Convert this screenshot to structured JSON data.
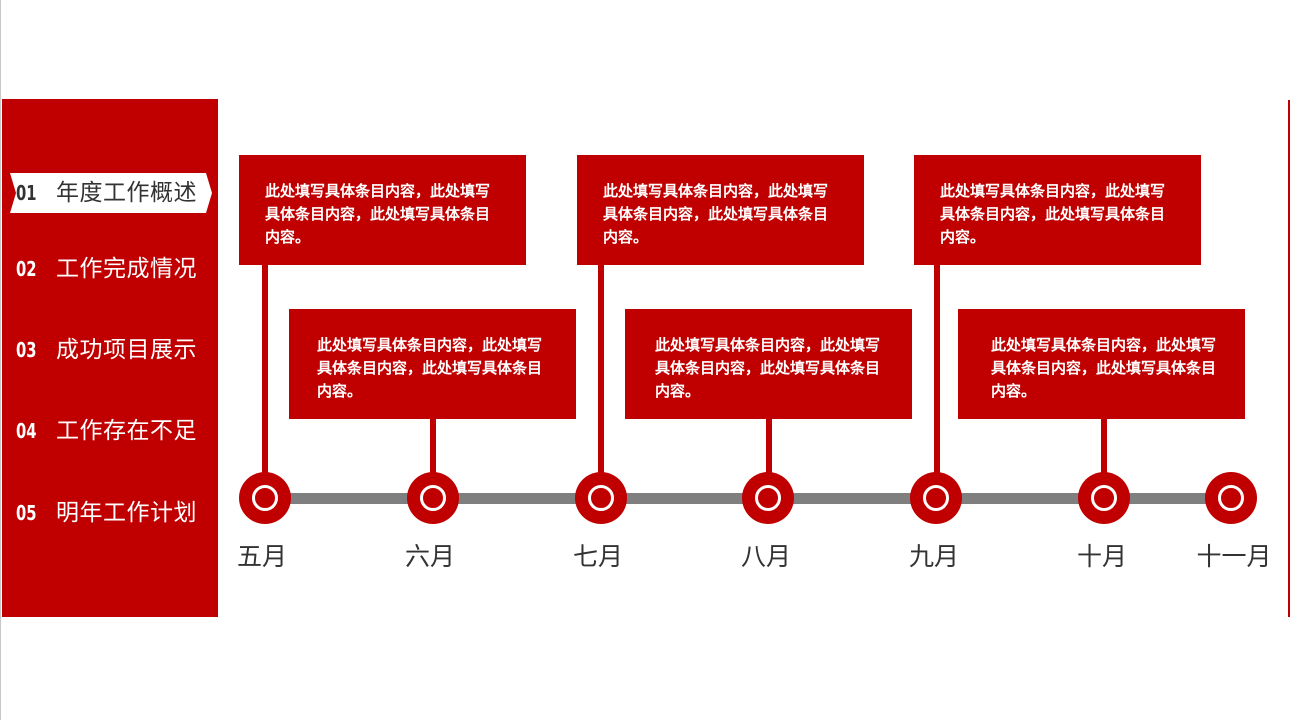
{
  "sidebar": {
    "items": [
      {
        "num": "01",
        "label": "年度工作概述",
        "active": true
      },
      {
        "num": "02",
        "label": "工作完成情况",
        "active": false
      },
      {
        "num": "03",
        "label": "成功项目展示",
        "active": false
      },
      {
        "num": "04",
        "label": "工作存在不足",
        "active": false
      },
      {
        "num": "05",
        "label": "明年工作计划",
        "active": false
      }
    ]
  },
  "timeline": {
    "months": [
      "五月",
      "六月",
      "七月",
      "八月",
      "九月",
      "十月",
      "十一月"
    ],
    "cards_top": [
      "此处填写具体条目内容，此处填写具体条目内容，此处填写具体条目内容。",
      "此处填写具体条目内容，此处填写具体条目内容，此处填写具体条目内容。",
      "此处填写具体条目内容，此处填写具体条目内容，此处填写具体条目内容。"
    ],
    "cards_bottom": [
      "此处填写具体条目内容，此处填写具体条目内容，此处填写具体条目内容。",
      "此处填写具体条目内容，此处填写具体条目内容，此处填写具体条目内容。",
      "此处填写具体条目内容，此处填写具体条目内容，此处填写具体条目内容。"
    ]
  },
  "colors": {
    "accent": "#c00000",
    "track": "#7f7f7f",
    "text_dark": "#333333"
  }
}
